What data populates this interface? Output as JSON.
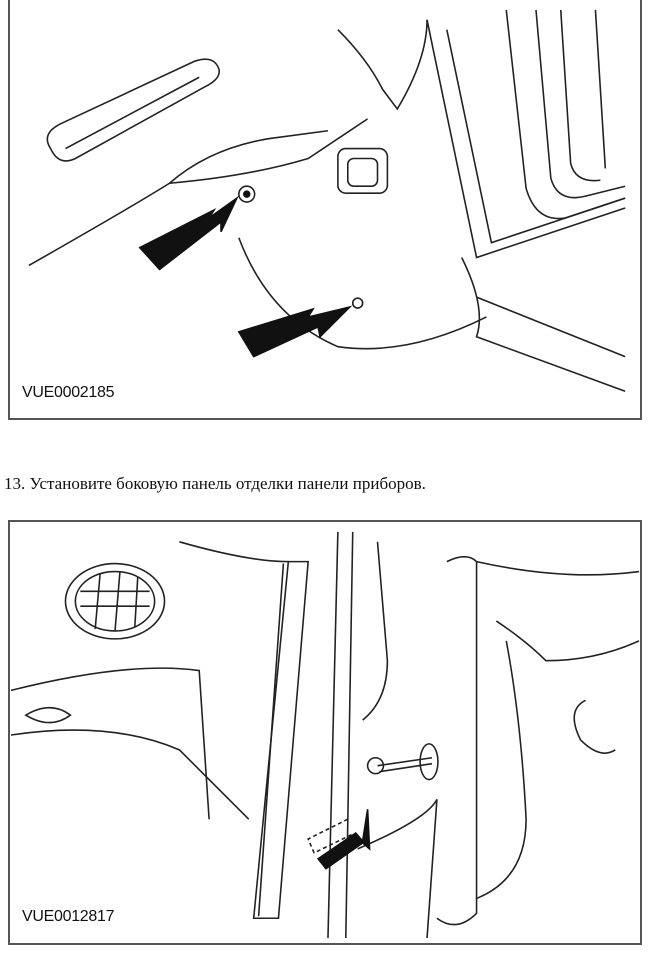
{
  "figures": [
    {
      "code": "VUE0002185"
    },
    {
      "code": "VUE0012817"
    }
  ],
  "step": {
    "text": "13. Установите боковую панель отделки панели приборов."
  }
}
